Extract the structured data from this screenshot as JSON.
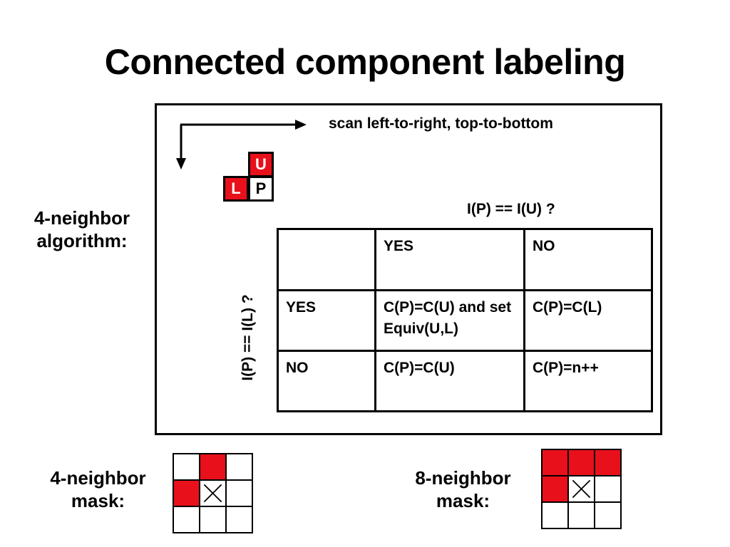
{
  "slide": {
    "title": "Connected component labeling"
  },
  "labels": {
    "algorithm_line1": "4-neighbor",
    "algorithm_line2": "algorithm:",
    "mask4_line1": "4-neighbor",
    "mask4_line2": "mask:",
    "mask8_line1": "8-neighbor",
    "mask8_line2": "mask:"
  },
  "scan": {
    "note": "scan left-to-right, top-to-bottom"
  },
  "neighbors": {
    "up": "U",
    "left": "L",
    "pixel": "P"
  },
  "conditions": {
    "top": "I(P) == I(U) ?",
    "left": "I(P) == I(L) ?"
  },
  "decision_table": {
    "header": [
      "",
      "YES",
      "NO"
    ],
    "rows": [
      {
        "label": "YES",
        "cells": [
          "C(P)=C(U) and set Equiv(U,L)",
          "C(P)=C(L)"
        ]
      },
      {
        "label": "NO",
        "cells": [
          "C(P)=C(U)",
          "C(P)=n++"
        ]
      }
    ]
  },
  "colors": {
    "accent_red": "#e8101a",
    "line": "#000000",
    "background": "#ffffff"
  },
  "masks": {
    "four_neighbor": {
      "rows": [
        [
          "white",
          "red",
          "white"
        ],
        [
          "red",
          "cross",
          "white"
        ],
        [
          "white",
          "white",
          "white"
        ]
      ]
    },
    "eight_neighbor": {
      "rows": [
        [
          "red",
          "red",
          "red"
        ],
        [
          "red",
          "cross",
          "white"
        ],
        [
          "white",
          "white",
          "white"
        ]
      ]
    }
  }
}
